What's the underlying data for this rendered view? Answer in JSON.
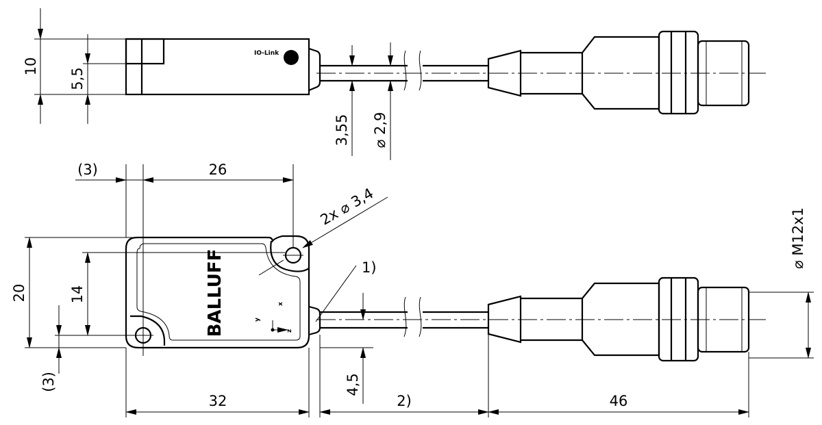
{
  "top_view": {
    "dim_height": "10",
    "dim_slot": "5,5",
    "dim_cable_offset": "3,55",
    "dim_cable_diameter": "⌀ 2,9",
    "badge_text": "IO-Link"
  },
  "front_view": {
    "dim_inset_top": "(3)",
    "dim_hole_spacing": "26",
    "dim_holes": "2x  ⌀ 3,4",
    "dim_height": "20",
    "dim_hole_vertical": "14",
    "dim_inset_bottom": "(3)",
    "dim_width": "32",
    "dim_cable_offset": "4,5",
    "dim_cable_length": "2)",
    "dim_connector_length": "46",
    "dim_thread": "⌀ M12x1",
    "note_ref": "1)",
    "brand": "BALLUFF",
    "axis_x": "x",
    "axis_y": "y",
    "axis_z": "z"
  },
  "icons": {
    "io_link_led": "led-dot-icon",
    "axis_gizmo": "axes-icon",
    "cable_break": "break-symbol-icon"
  }
}
